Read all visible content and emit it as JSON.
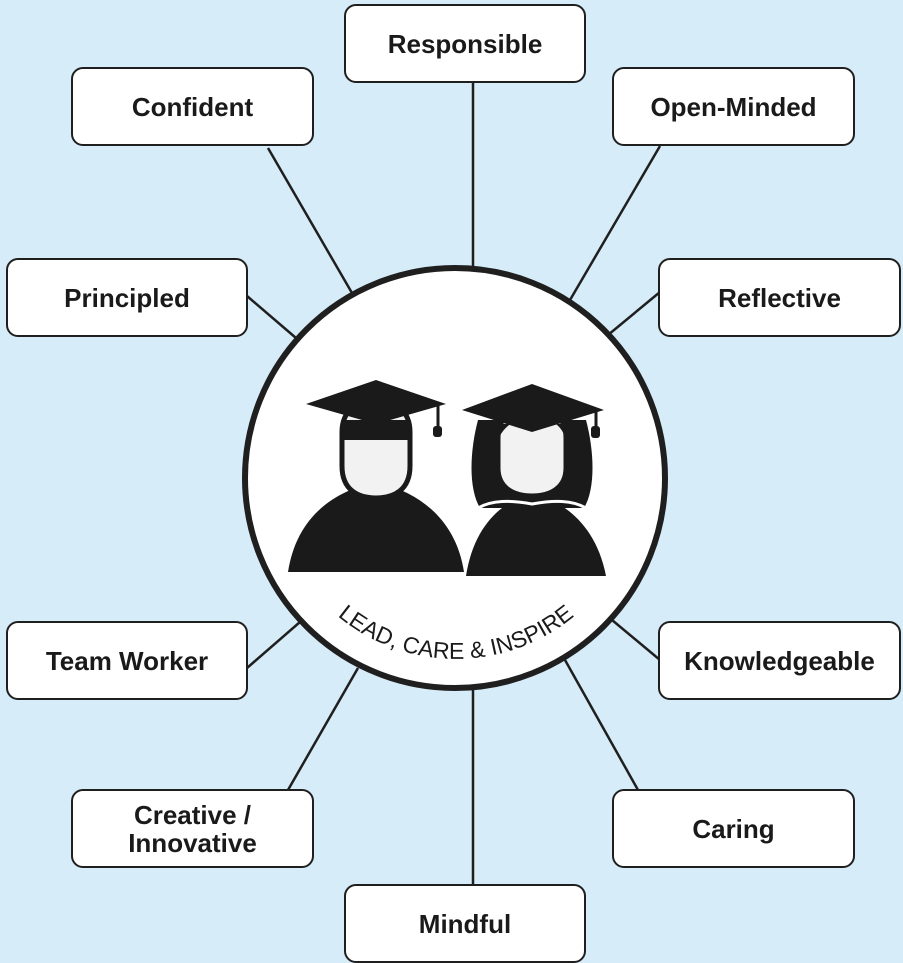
{
  "center": {
    "motto": "LEAD, CARE & INSPIRE",
    "icon": "graduates-icon"
  },
  "attributes": [
    {
      "id": "responsible",
      "label": "Responsible"
    },
    {
      "id": "open-minded",
      "label": "Open-Minded"
    },
    {
      "id": "reflective",
      "label": "Reflective"
    },
    {
      "id": "knowledgeable",
      "label": "Knowledgeable"
    },
    {
      "id": "caring",
      "label": "Caring"
    },
    {
      "id": "mindful",
      "label": "Mindful"
    },
    {
      "id": "creative-innovative",
      "label": "Creative /\nInnovative"
    },
    {
      "id": "team-worker",
      "label": "Team Worker"
    },
    {
      "id": "principled",
      "label": "Principled"
    },
    {
      "id": "confident",
      "label": "Confident"
    }
  ],
  "colors": {
    "background": "#d6ecf8",
    "box_fill": "#ffffff",
    "stroke": "#1f1f1f",
    "figure": "#1a1a1a",
    "face": "#f2f2f2"
  }
}
